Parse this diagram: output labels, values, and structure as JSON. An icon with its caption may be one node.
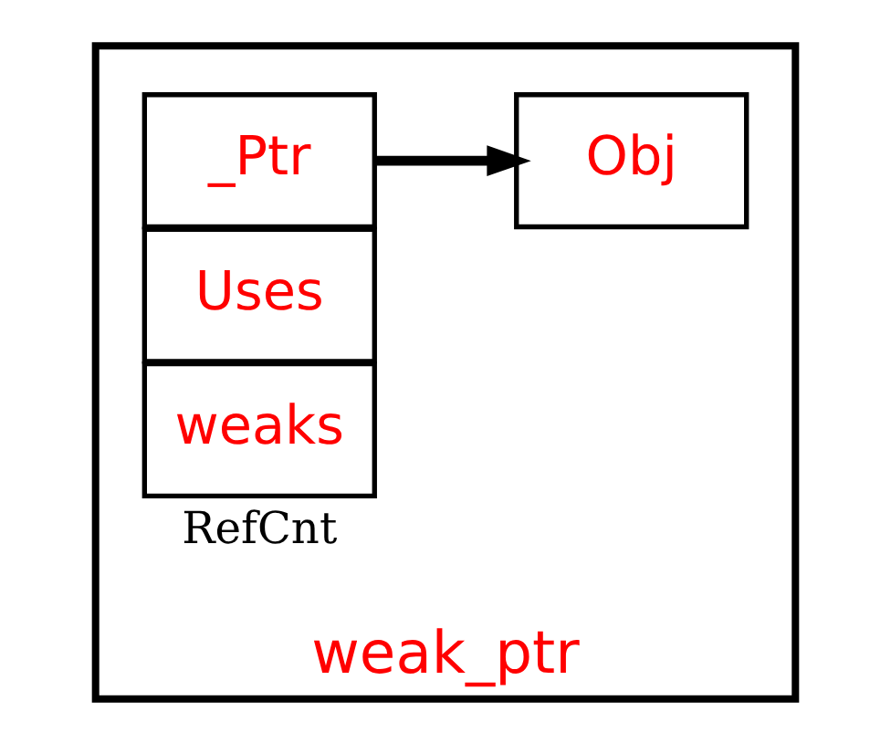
{
  "diagram": {
    "nodes": [
      {
        "text": [
          "weak_ptr"
        ]
      },
      {
        "text": [
          "_Ptr"
        ],
        "in": 0
      },
      {
        "text": [
          "Uses"
        ],
        "in": 0
      },
      {
        "text": [
          "weaks"
        ],
        "in": 0
      },
      {
        "text": [
          "Obj"
        ],
        "in": 0
      }
    ],
    "edges": [
      {
        "from": 1,
        "to": 4,
        "arrow": "to"
      }
    ],
    "labels": [
      "RefCnt"
    ]
  }
}
